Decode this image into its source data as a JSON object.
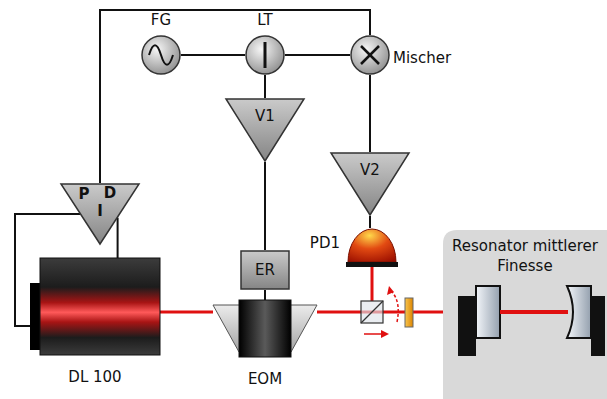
{
  "diagram": {
    "nodes": [
      {
        "text": [
          "FG"
        ]
      },
      {
        "text": [
          "LT"
        ]
      },
      {
        "text": [
          "Mischer"
        ]
      },
      {
        "text": [
          "V1"
        ]
      },
      {
        "text": [
          "V2"
        ]
      },
      {
        "text": [
          "P",
          "D",
          "I"
        ]
      },
      {
        "text": [
          "PD1"
        ]
      },
      {
        "text": [
          "Resonator mittlerer Finesse"
        ]
      },
      {
        "text": [
          "ER"
        ]
      },
      {
        "text": [
          "DL 100"
        ]
      },
      {
        "text": [
          "EOM"
        ]
      }
    ],
    "edges": [
      {
        "from": 0,
        "to": 1,
        "arrow": "none"
      },
      {
        "from": 1,
        "to": 2,
        "arrow": "none"
      },
      {
        "from": 1,
        "to": 3,
        "arrow": "none"
      },
      {
        "from": 3,
        "to": 8,
        "arrow": "none"
      },
      {
        "from": 8,
        "to": 10,
        "arrow": "none"
      },
      {
        "from": 2,
        "to": 4,
        "arrow": "none"
      },
      {
        "from": 4,
        "to": 6,
        "arrow": "none"
      },
      {
        "from": 2,
        "to": 5,
        "arrow": "none"
      },
      {
        "from": 5,
        "to": 9,
        "arrow": "none"
      },
      {
        "from": 5,
        "to": 9,
        "arrow": "none"
      },
      {
        "from": 9,
        "to": 10,
        "arrow": "none"
      },
      {
        "from": 10,
        "to": 7,
        "arrow": "none"
      }
    ]
  }
}
